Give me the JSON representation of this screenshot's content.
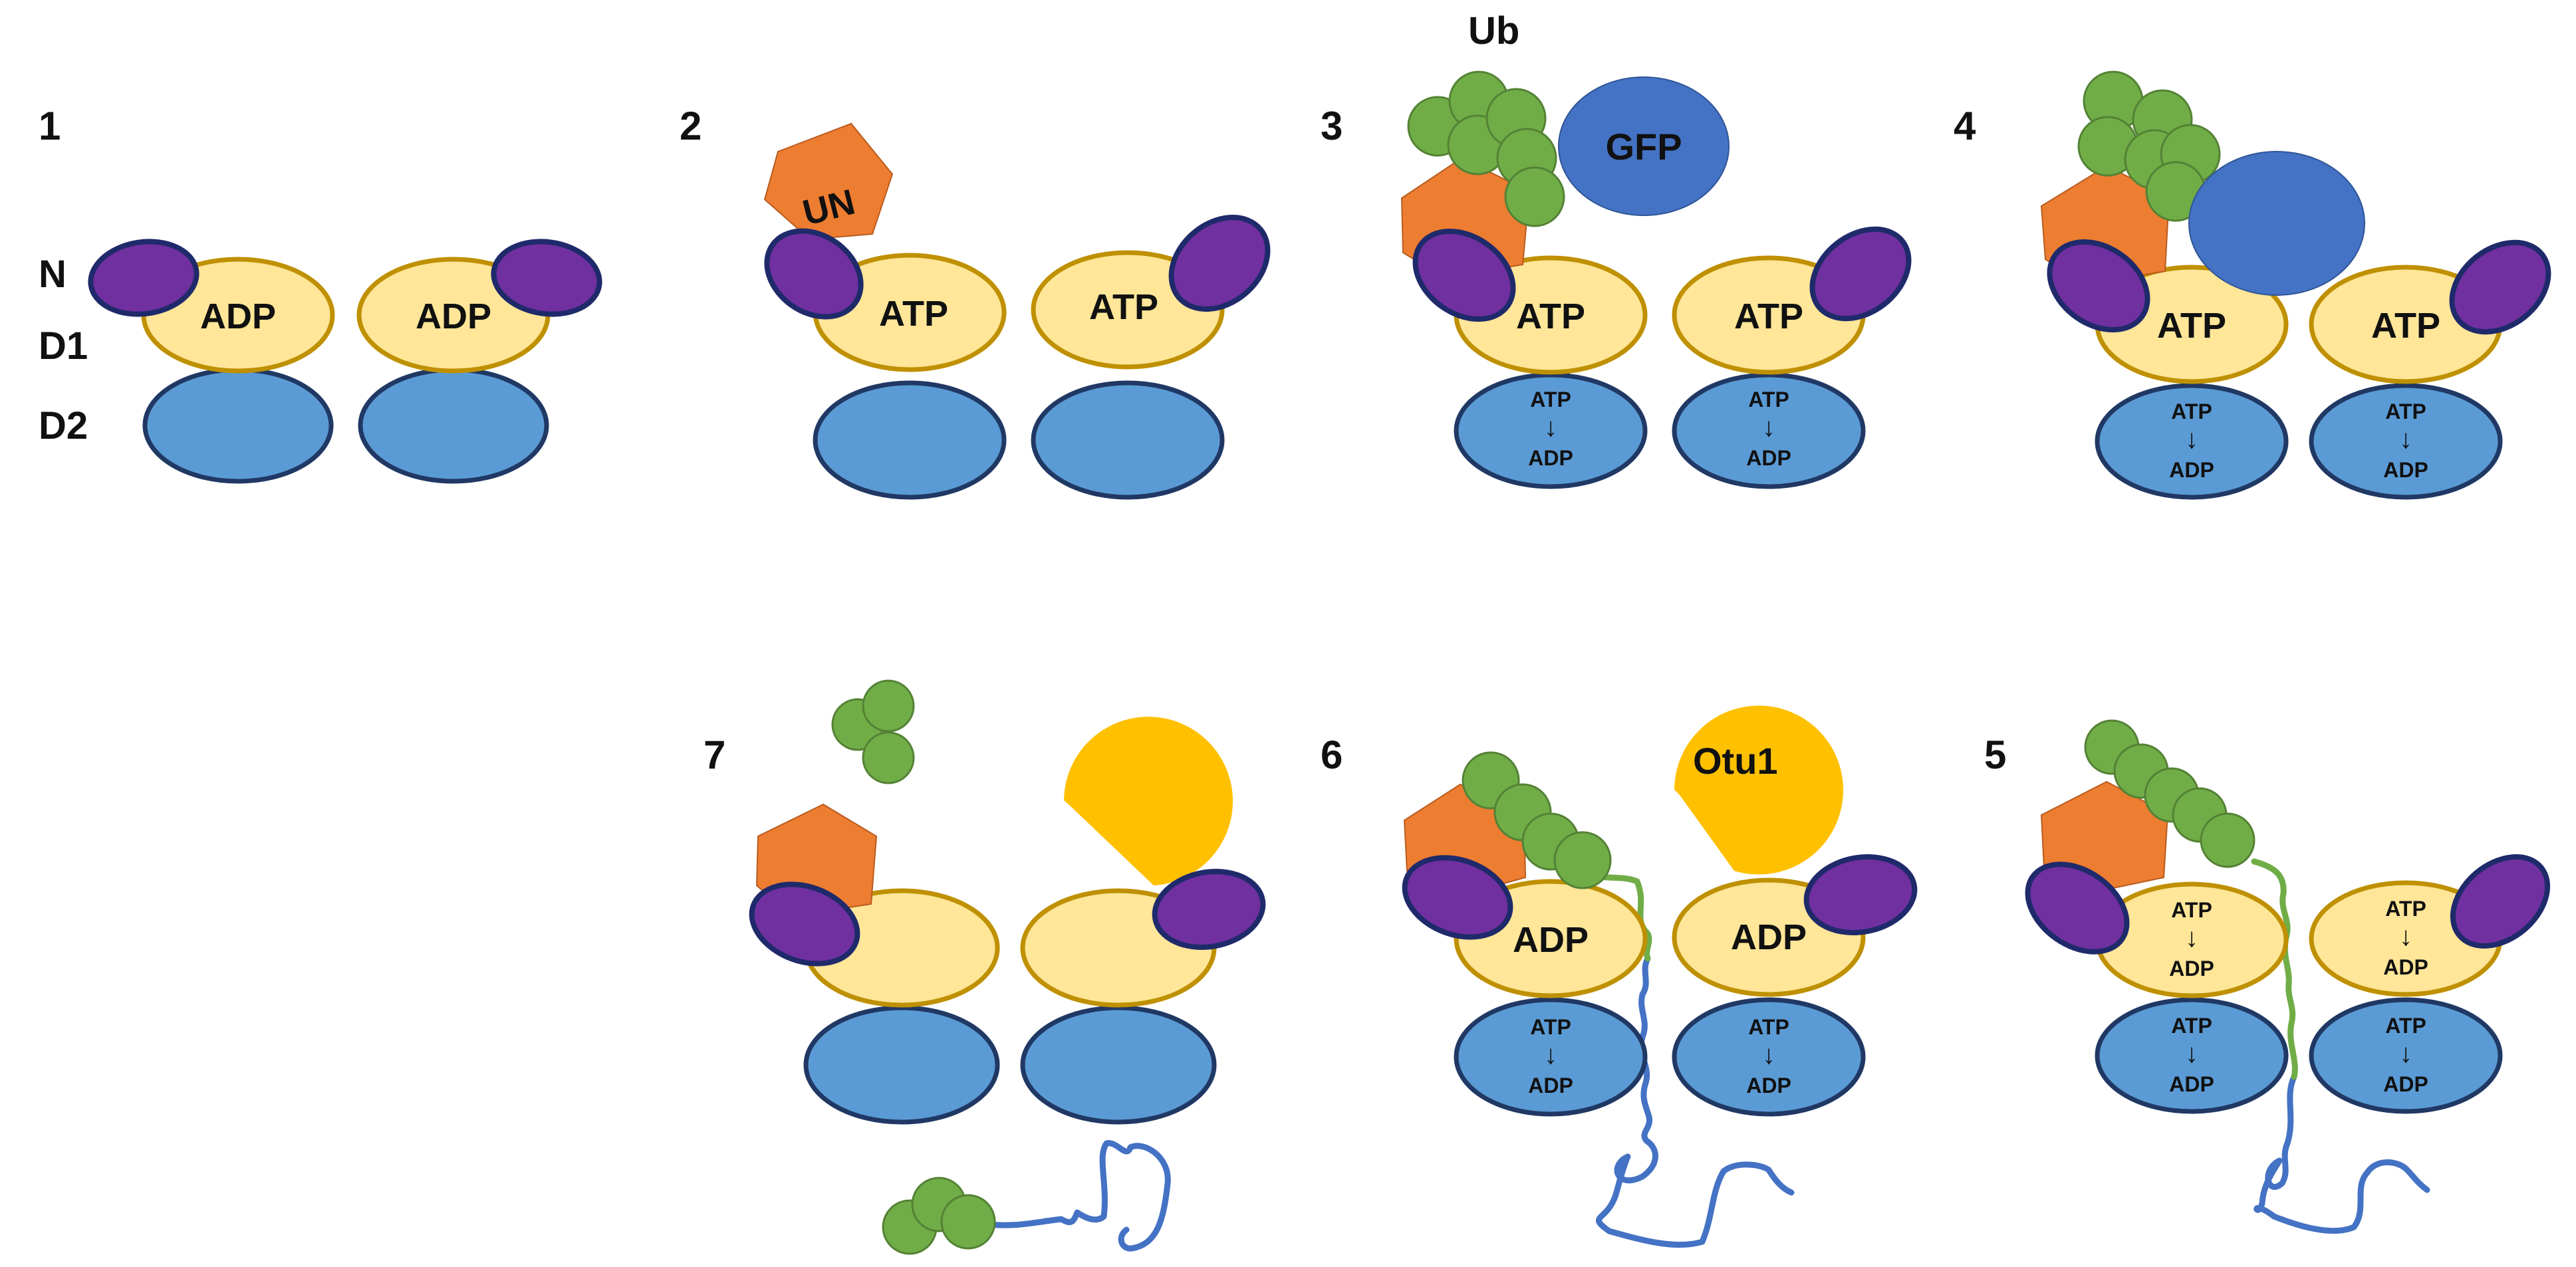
{
  "colors": {
    "d2_domain": "#5b9bd5",
    "d2_outline": "#203864",
    "d1_domain": "#ffe699",
    "d1_outline": "#bf9000",
    "n_domain": "#7030a0",
    "n_outline": "#1f2a6b",
    "ufd1_npl4": "#ed7d31",
    "ubiquitin": "#70ad47",
    "ubiquitin_outline": "#548235",
    "gfp": "#4472c4",
    "otu1": "#ffc000",
    "substrate_chain": "#4472c4",
    "ub_linker": "#70ad47"
  },
  "domain_labels": {
    "n": "N",
    "d1": "D1",
    "d2": "D2"
  },
  "molecule_labels": {
    "ub": "Ub",
    "un": "UN",
    "gfp": "GFP",
    "otu1": "Otu1"
  },
  "states": [
    {
      "number": "1",
      "d1_left": "ADP",
      "d1_right": "ADP",
      "d2_left": "",
      "d2_right": ""
    },
    {
      "number": "2",
      "d1_left": "ATP",
      "d1_right": "ATP",
      "d2_left": "",
      "d2_right": ""
    },
    {
      "number": "3",
      "d1_left": "ATP",
      "d1_right": "ATP",
      "d2_left": "ATP\n↓\nADP",
      "d2_right": "ATP\n↓\nADP"
    },
    {
      "number": "4",
      "d1_left": "ATP",
      "d1_right": "ATP",
      "d2_left": "ATP\n↓\nADP",
      "d2_right": "ATP\n↓\nADP"
    },
    {
      "number": "5",
      "d1_left": "ATP\n↓\nADP",
      "d1_right": "ATP\n↓\nADP",
      "d2_left": "ATP\n↓\nADP",
      "d2_right": "ATP\n↓\nADP"
    },
    {
      "number": "6",
      "d1_left": "ADP",
      "d1_right": "ADP",
      "d2_left": "ATP\n↓\nADP",
      "d2_right": "ATP\n↓\nADP"
    },
    {
      "number": "7",
      "d1_left": "",
      "d1_right": "",
      "d2_left": "",
      "d2_right": ""
    }
  ]
}
